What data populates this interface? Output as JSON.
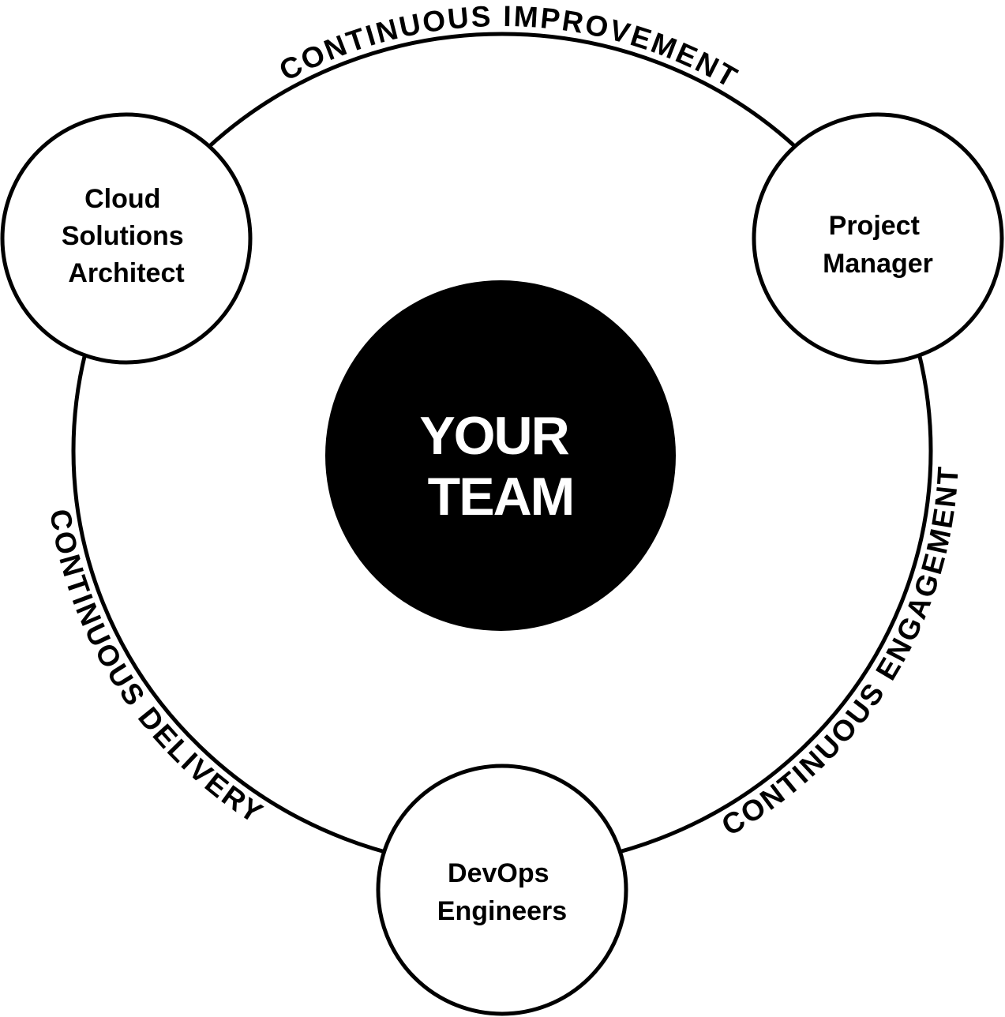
{
  "diagram": {
    "title_semantic": "team-delivery-cycle-diagram",
    "colors": {
      "ink": "#000000",
      "paper": "#ffffff",
      "center_fill": "#000000",
      "center_text": "#ffffff"
    },
    "ring_labels": {
      "top": "CONTINUOUS IMPROVEMENT",
      "right": "CONTINUOUS ENGAGEMENT",
      "left": "CONTINUOUS DELIVERY"
    },
    "center": {
      "lines": [
        "YOUR",
        "TEAM"
      ]
    },
    "nodes": [
      {
        "id": "cloud-solutions-architect",
        "lines": [
          "Cloud",
          "Solutions",
          "Architect"
        ]
      },
      {
        "id": "project-manager",
        "lines": [
          "Project",
          "Manager"
        ]
      },
      {
        "id": "devops-engineers",
        "lines": [
          "DevOps",
          "Engineers"
        ]
      }
    ]
  }
}
